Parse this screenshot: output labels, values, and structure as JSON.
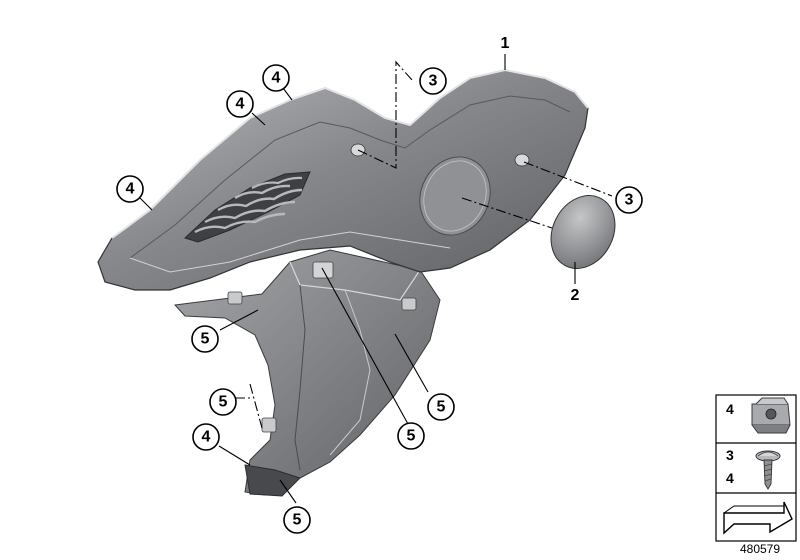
{
  "parts": {
    "part_1": "1",
    "part_2": "2",
    "part_3": "3",
    "part_4": "4",
    "part_5": "5"
  },
  "legend": {
    "row_1_label": "4",
    "row_2_label_a": "3",
    "row_2_label_b": "4"
  },
  "diagram_number": "480579",
  "colors": {
    "panel_fill": "#7d7f83",
    "panel_light": "#b4b6b9",
    "panel_dark": "#55575a",
    "line": "#000000"
  }
}
